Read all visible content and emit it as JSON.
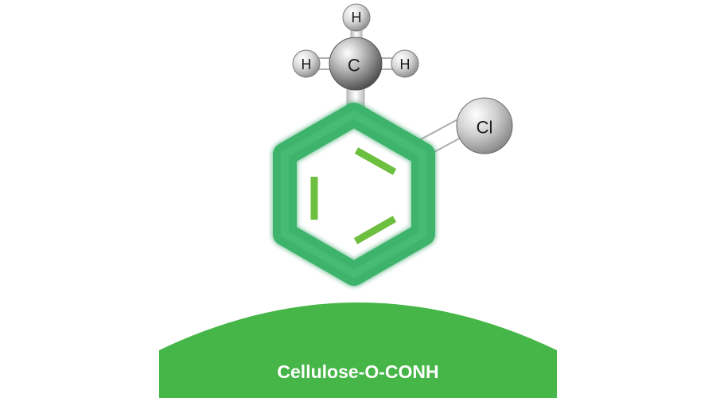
{
  "molecule": {
    "methyl": {
      "carbon_label": "C",
      "hydrogen_top": "H",
      "hydrogen_left": "H",
      "hydrogen_right": "H"
    },
    "substituent_label": "Cl"
  },
  "support": {
    "label": "Cellulose-O-CONH"
  },
  "colors": {
    "ring": "#3db36b",
    "ring_inner_bond": "#6cbf3f",
    "support": "#46b648",
    "bond_stick": "#ffffff",
    "atom_gray": "#9a9a9a",
    "hydrogen_gray": "#d0d0d0"
  }
}
